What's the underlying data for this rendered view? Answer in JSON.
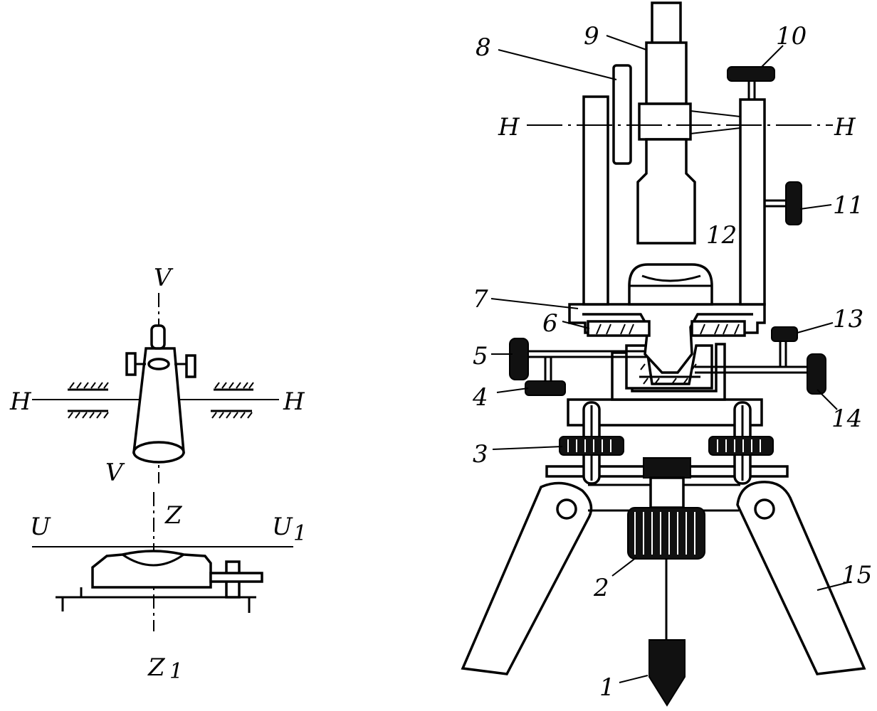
{
  "left_diagram": {
    "axis_top": "V",
    "axis_bottom": "V",
    "horizontal_left": "H",
    "horizontal_right": "H",
    "level_left": "U",
    "level_right": "U",
    "level_right_sub": "1",
    "vertical_top": "Z",
    "vertical_bottom": "Z",
    "vertical_bottom_sub": "1"
  },
  "theodolite": {
    "axis_left": "H",
    "axis_right": "H",
    "callouts": {
      "c1": "1",
      "c2": "2",
      "c3": "3",
      "c4": "4",
      "c5": "5",
      "c6": "6",
      "c7": "7",
      "c8": "8",
      "c9": "9",
      "c10": "10",
      "c11": "11",
      "c12": "12",
      "c13": "13",
      "c14": "14",
      "c15": "15"
    }
  }
}
